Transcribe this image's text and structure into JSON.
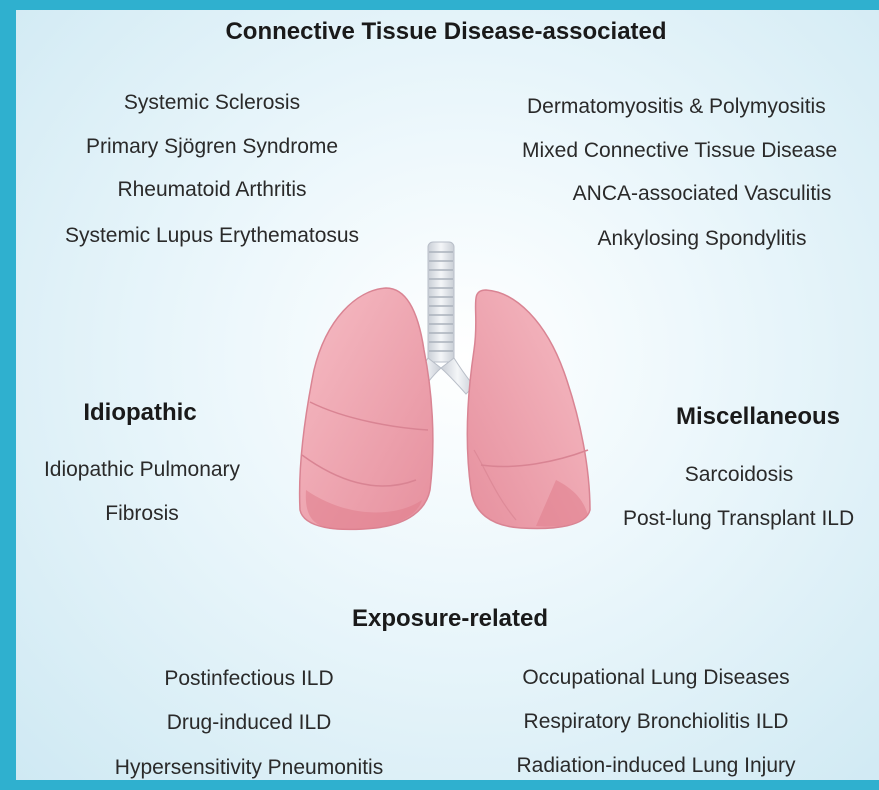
{
  "sections": {
    "ctd": {
      "title": "Connective Tissue Disease-associated",
      "left_items": [
        "Systemic Sclerosis",
        "Primary Sjögren Syndrome",
        "Rheumatoid Arthritis",
        "Systemic Lupus Erythematosus"
      ],
      "right_items": [
        "Dermatomyositis & Polymyositis",
        "Mixed Connective Tissue Disease",
        "ANCA-associated Vasculitis",
        "Ankylosing Spondylitis"
      ]
    },
    "idiopathic": {
      "title": "Idiopathic",
      "items": [
        "Idiopathic Pulmonary",
        "Fibrosis"
      ]
    },
    "misc": {
      "title": "Miscellaneous",
      "items": [
        "Sarcoidosis",
        "Post-lung Transplant ILD"
      ]
    },
    "exposure": {
      "title": "Exposure-related",
      "left_items": [
        "Postinfectious ILD",
        "Drug-induced ILD",
        "Hypersensitivity Pneumonitis"
      ],
      "right_items": [
        "Occupational Lung Diseases",
        "Respiratory Bronchiolitis ILD",
        "Radiation-induced Lung Injury"
      ]
    }
  },
  "colors": {
    "frame": "#2fb0cf",
    "lung_fill": "#f2a7b0",
    "lung_shadow": "#e07d8c",
    "trachea": "#e6e9ee"
  },
  "illustration": "lungs-with-trachea"
}
